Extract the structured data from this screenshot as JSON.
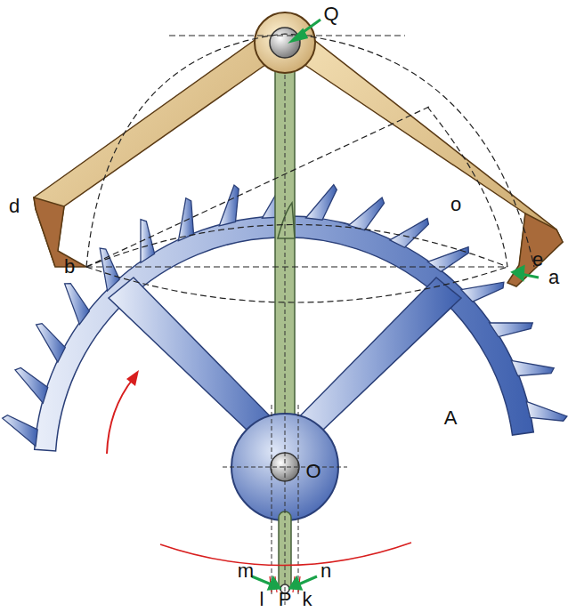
{
  "diagram": {
    "labels": [
      "Q",
      "d",
      "b",
      "o",
      "e",
      "a",
      "A",
      "O",
      "m",
      "n",
      "l",
      "P",
      "k"
    ]
  }
}
